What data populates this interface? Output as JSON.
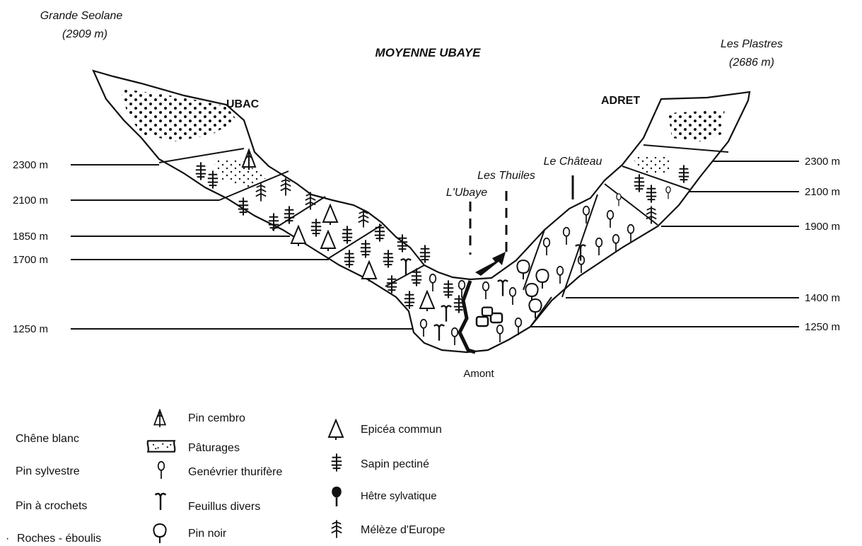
{
  "title": "MOYENNE UBAYE",
  "peaks": {
    "left_name": "Grande Seolane",
    "left_alt": "(2909 m)",
    "right_name": "Les Plastres",
    "right_alt": "(2686 m)"
  },
  "slopes": {
    "left": "UBAC",
    "right": "ADRET"
  },
  "places": {
    "le_chateau": "Le Château",
    "les_thuiles": "Les Thuiles",
    "river": "L'Ubaye",
    "amont": "Amont"
  },
  "altitudes_left": [
    "2300 m",
    "2100 m",
    "1850 m",
    "1700 m",
    "1250 m"
  ],
  "altitudes_right": [
    "2300 m",
    "2100 m",
    "1900 m",
    "1400 m",
    "1250 m"
  ],
  "legend": {
    "col1": [
      "Chêne blanc",
      "Pin sylvestre",
      "Pin à crochets",
      "Roches - éboulis"
    ],
    "col2": [
      "Pin cembro",
      "Pâturages",
      "Genévrier thurifère",
      "Feuillus divers",
      "Pin noir"
    ],
    "col3": [
      "Epicéa commun",
      "Sapin pectiné",
      "Hêtre sylvatique",
      "Mélèze d'Europe"
    ]
  },
  "icons": {
    "pin_cembro": "pin-cembro-icon",
    "paturages": "paturages-icon",
    "genevrier": "genevrier-icon",
    "feuillus": "feuillus-icon",
    "pin_noir": "pin-noir-icon",
    "epicea": "epicea-icon",
    "sapin": "sapin-icon",
    "hetre": "hetre-icon",
    "meleze": "meleze-icon"
  }
}
